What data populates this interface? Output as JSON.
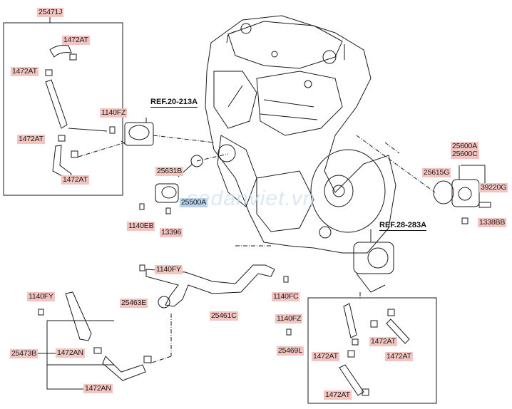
{
  "labels": {
    "p25471J": "25471J",
    "p1472AT_a": "1472AT",
    "p1472AT_b": "1472AT",
    "p1472AT_c": "1472AT",
    "p1472AT_d": "1472AT",
    "p1140FZ_a": "1140FZ",
    "p25631B": "25631B",
    "p25500A": "25500A",
    "p1140EB": "1140EB",
    "p13396": "13396",
    "p25600A": "25600A",
    "p25600C": "25600C",
    "p25615G": "25615G",
    "p39220G": "39220G",
    "p1338BB": "1338BB",
    "p1140FY_a": "1140FY",
    "p1140FY_b": "1140FY",
    "p25463E": "25463E",
    "p25461C": "25461C",
    "p1140FC": "1140FC",
    "p25473B": "25473B",
    "p1472AN_a": "1472AN",
    "p1472AN_b": "1472AN",
    "p1140FZ_b": "1140FZ",
    "p25469L": "25469L",
    "p1472AT_e": "1472AT",
    "p1472AT_f": "1472AT",
    "p1472AT_g": "1472AT",
    "p1472AT_h": "1472AT"
  },
  "refs": {
    "ref20": "REF.20-213A",
    "ref28": "REF.28-283A"
  },
  "watermark": "sedanviet.vn",
  "colors": {
    "label_bg": "#f4c5c0",
    "label_highlight_bg": "#b9d3ec",
    "line": "#1a1a1a",
    "watermark": "#cfe0f0"
  }
}
